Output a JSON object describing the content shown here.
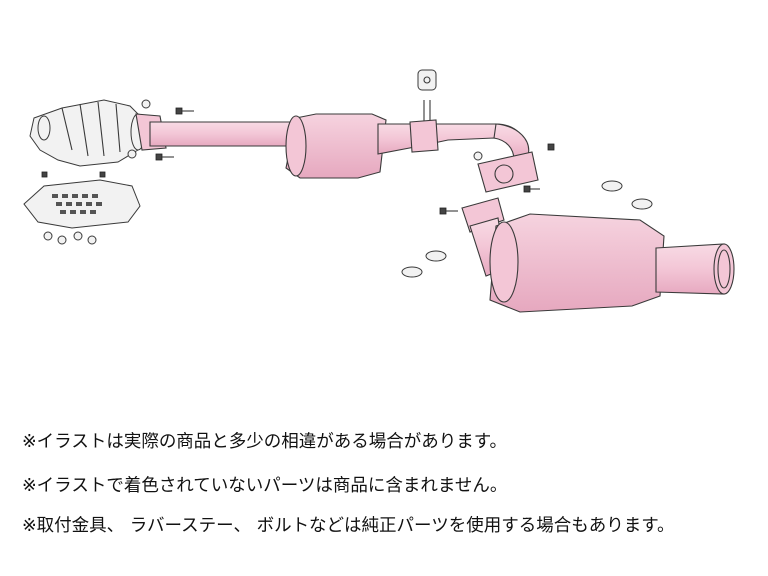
{
  "colors": {
    "pipe_pink": "#f3c6d6",
    "pipe_pink_dark": "#e7a9c0",
    "outline": "#3a3a3a"
  },
  "notes": {
    "line1": "※イラストは実際の商品と多少の相違がある場合があります。",
    "line2": "※イラストで着色されていないパーツは商品に含まれません。",
    "line3": "※取付金具、 ラバーステー、 ボルトなどは純正パーツを使用する場合もあります。"
  },
  "diagram": {
    "icons": [
      "catalytic-converter-icon",
      "heat-shield-icon",
      "bolt-icon",
      "nut-icon",
      "gasket-icon",
      "rubber-hanger-icon",
      "silencer-icon",
      "tail-pipe-icon"
    ]
  }
}
